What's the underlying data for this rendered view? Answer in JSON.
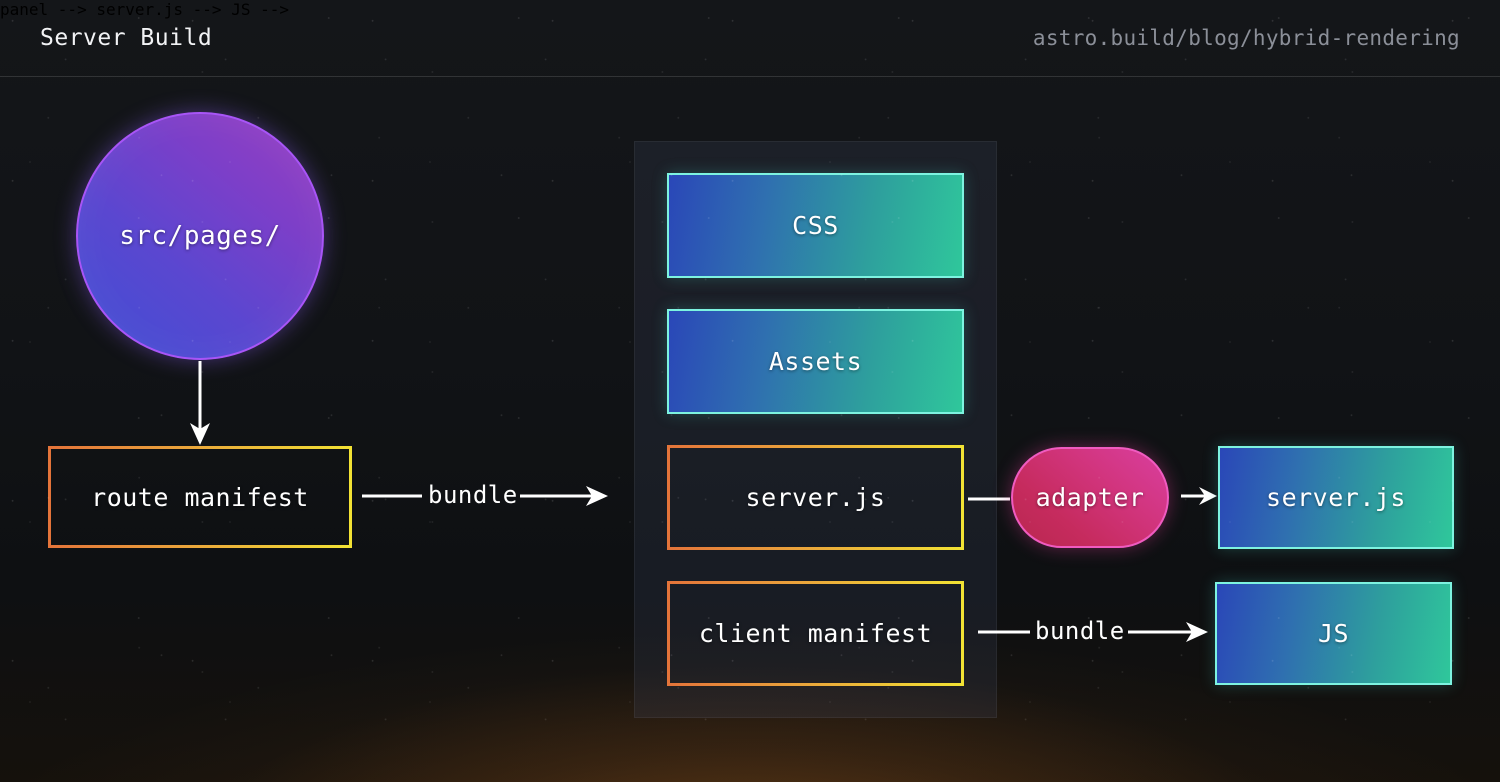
{
  "header": {
    "title": "Server Build",
    "source_url": "astro.build/blog/hybrid-rendering"
  },
  "diagram": {
    "source_node": {
      "label": "src/pages/",
      "shape": "circle"
    },
    "route_manifest": {
      "label": "route manifest",
      "shape": "dotted-rect"
    },
    "server_output_panel": {
      "items": [
        {
          "label": "CSS",
          "shape": "gradient-rect"
        },
        {
          "label": "Assets",
          "shape": "gradient-rect"
        },
        {
          "label": "server.js",
          "shape": "dotted-rect"
        },
        {
          "label": "client manifest",
          "shape": "dotted-rect"
        }
      ]
    },
    "adapter": {
      "label": "adapter",
      "shape": "pill"
    },
    "server_output": {
      "label": "server.js",
      "shape": "gradient-rect"
    },
    "js_output": {
      "label": "JS",
      "shape": "gradient-rect"
    },
    "edges": [
      {
        "from": "src/pages/",
        "to": "route manifest",
        "label": ""
      },
      {
        "from": "route manifest",
        "to": "server build",
        "label": "bundle"
      },
      {
        "from": "server.js",
        "to": "adapter",
        "label": ""
      },
      {
        "from": "adapter",
        "to": "server.js",
        "label": ""
      },
      {
        "from": "client manifest",
        "to": "JS",
        "label": "bundle"
      }
    ],
    "edge_labels": {
      "bundle_top": "bundle",
      "bundle_bottom": "bundle"
    }
  },
  "colors": {
    "background": "#111316",
    "title_text": "#f2f3f5",
    "url_text": "#8b8f98",
    "circle_gradient_start": "#3f4fd4",
    "circle_gradient_end": "#9b3fc0",
    "circle_border": "#a855f7",
    "gradient_box_start": "#2a47b8",
    "gradient_box_end": "#2fc79b",
    "gradient_box_border": "#7df3e0",
    "dotted_border_start": "#e4743a",
    "dotted_border_end": "#f2e234",
    "adapter_gradient_start": "#b8274f",
    "adapter_gradient_end": "#d93fa0",
    "adapter_border": "#f05bc0",
    "arrow": "#ffffff",
    "panel_fill": "rgba(62,72,102,0.22)",
    "bottom_glow": "#d27823"
  }
}
